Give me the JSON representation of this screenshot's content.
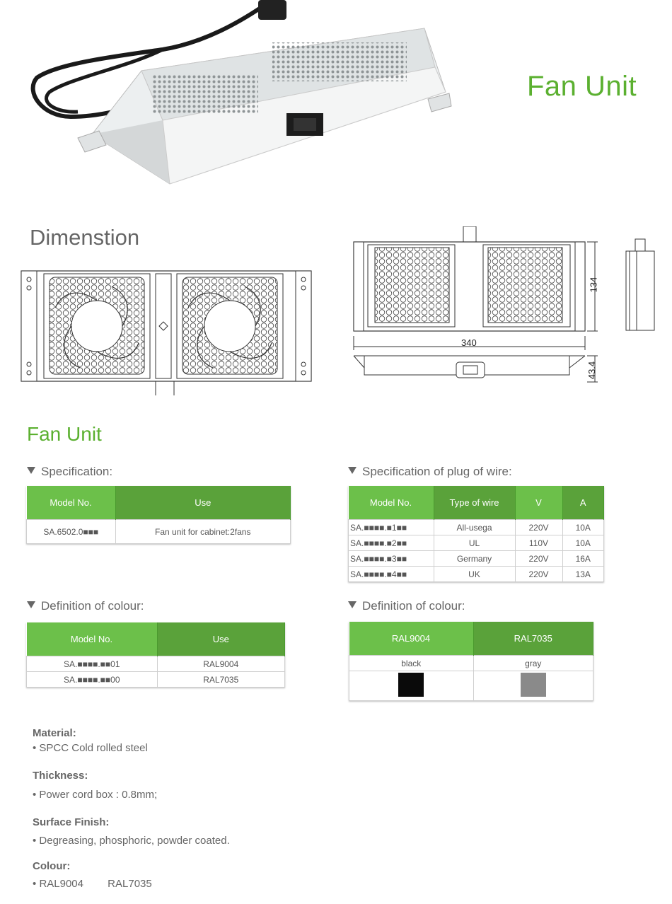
{
  "hero": {
    "title": "Fan Unit"
  },
  "dimension": {
    "title": "Dimenstion",
    "width_label": "340",
    "height_label": "134",
    "depth_label": "43.4"
  },
  "section": {
    "title": "Fan Unit"
  },
  "spec": {
    "title": "Specification:",
    "headers": [
      "Model No.",
      "Use"
    ],
    "rows": [
      [
        "SA.6502.0■■■",
        "Fan unit for cabinet:2fans"
      ]
    ]
  },
  "plug": {
    "title": "Specification of plug of wire:",
    "headers": [
      "Model No.",
      "Type of wire",
      "V",
      "A"
    ],
    "rows": [
      [
        "SA.■■■■.■1■■",
        "All-usega",
        "220V",
        "10A"
      ],
      [
        "SA.■■■■.■2■■",
        "UL",
        "110V",
        "10A"
      ],
      [
        "SA.■■■■.■3■■",
        "Germany",
        "220V",
        "16A"
      ],
      [
        "SA.■■■■.■4■■",
        "UK",
        "220V",
        "13A"
      ]
    ]
  },
  "colour_left": {
    "title": "Definition of colour:",
    "headers": [
      "Model No.",
      "Use"
    ],
    "rows": [
      [
        "SA.■■■■.■■01",
        "RAL9004"
      ],
      [
        "SA.■■■■.■■00",
        "RAL7035"
      ]
    ]
  },
  "colour_right": {
    "title": "Definition of colour:",
    "headers": [
      "RAL9004",
      "RAL7035"
    ],
    "names": [
      "black",
      "gray"
    ],
    "swatches": [
      "#0a0a0a",
      "#8a8a8a"
    ]
  },
  "material": {
    "label": "Material:",
    "value": "• SPCC Cold rolled steel"
  },
  "thickness": {
    "label": "Thickness:",
    "value": "• Power cord box : 0.8mm;"
  },
  "surface": {
    "label": "Surface Finish:",
    "value": "• Degreasing, phosphoric, powder coated."
  },
  "colour": {
    "label": "Colour:",
    "bullet": "•",
    "v1": "RAL9004",
    "v2": "RAL7035"
  },
  "colors": {
    "accent": "#5bb030",
    "header_light": "#6cc04a",
    "header_dark": "#5aa23a"
  }
}
